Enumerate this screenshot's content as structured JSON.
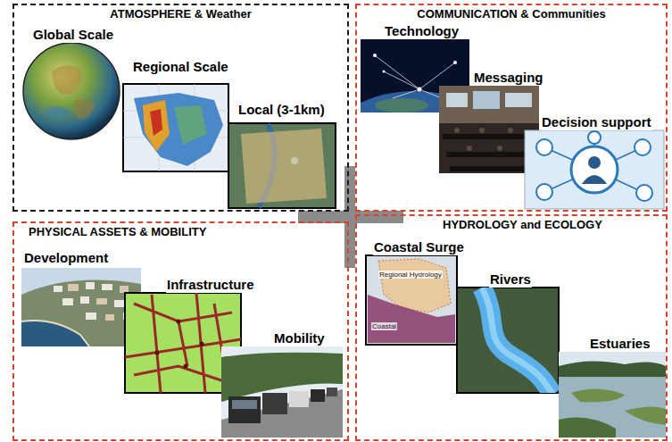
{
  "diagram": {
    "nodes": [
      {
        "text": [
          "ATMOSPHERE & Weather"
        ]
      },
      {
        "text": [
          "Global Scale"
        ],
        "in": 0
      },
      {
        "text": [
          "Regional Scale"
        ],
        "in": 0
      },
      {
        "text": [
          "Local (3-1km)"
        ],
        "in": 0
      },
      {
        "text": [
          "COMMUNICATION & Communities"
        ]
      },
      {
        "text": [
          "Technology"
        ],
        "in": 4
      },
      {
        "text": [
          "Messaging"
        ],
        "in": 4
      },
      {
        "text": [
          "Decision support"
        ],
        "in": 4
      },
      {
        "text": [
          "PHYSICAL ASSETS & MOBILITY"
        ]
      },
      {
        "text": [
          "Development"
        ],
        "in": 8
      },
      {
        "text": [
          "Infrastructure"
        ],
        "in": 8
      },
      {
        "text": [
          "Mobility"
        ],
        "in": 8
      },
      {
        "text": [
          "HYDROLOGY and ECOLOGY"
        ]
      },
      {
        "text": [
          "Coastal Surge"
        ],
        "in": 12
      },
      {
        "text": [
          "Rivers"
        ],
        "in": 12
      },
      {
        "text": [
          "Estuaries"
        ],
        "in": 12
      }
    ],
    "labels": [
      "Regional Hydrology",
      "Coastal"
    ]
  }
}
